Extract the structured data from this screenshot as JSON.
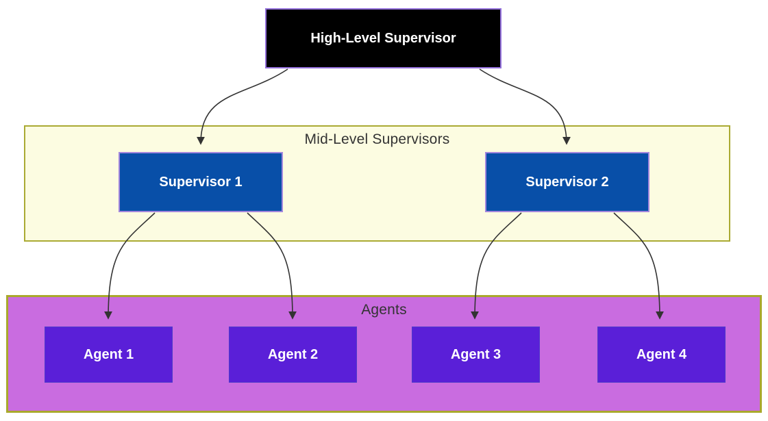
{
  "diagram": {
    "type": "hierarchy-flowchart",
    "groups": {
      "mid": {
        "label": "Mid-Level Supervisors",
        "fill": "#fcfce1",
        "border": "#aaaa33",
        "label_color": "#333333"
      },
      "agents": {
        "label": "Agents",
        "fill": "#c96ce0",
        "border": "#a9a92c",
        "label_color": "#333333"
      }
    },
    "nodes": {
      "hls": {
        "label": "High-Level Supervisor",
        "fill": "#000000",
        "border": "#9370db",
        "text_color": "#ffffff"
      },
      "sup1": {
        "label": "Supervisor 1",
        "fill": "#084fa8",
        "border": "#a387dd",
        "text_color": "#ffffff",
        "group": "mid"
      },
      "sup2": {
        "label": "Supervisor 2",
        "fill": "#084fa8",
        "border": "#a387dd",
        "text_color": "#ffffff",
        "group": "mid"
      },
      "agent1": {
        "label": "Agent 1",
        "fill": "#5a1fd8",
        "border": "#4d3bc9",
        "text_color": "#ffffff",
        "group": "agents"
      },
      "agent2": {
        "label": "Agent 2",
        "fill": "#5a1fd8",
        "border": "#4d3bc9",
        "text_color": "#ffffff",
        "group": "agents"
      },
      "agent3": {
        "label": "Agent 3",
        "fill": "#5a1fd8",
        "border": "#4d3bc9",
        "text_color": "#ffffff",
        "group": "agents"
      },
      "agent4": {
        "label": "Agent 4",
        "fill": "#5a1fd8",
        "border": "#4d3bc9",
        "text_color": "#ffffff",
        "group": "agents"
      }
    },
    "edges": [
      {
        "from": "hls",
        "to": "sup1"
      },
      {
        "from": "hls",
        "to": "sup2"
      },
      {
        "from": "sup1",
        "to": "agent1"
      },
      {
        "from": "sup1",
        "to": "agent2"
      },
      {
        "from": "sup2",
        "to": "agent3"
      },
      {
        "from": "sup2",
        "to": "agent4"
      }
    ],
    "edge_color": "#333333"
  }
}
